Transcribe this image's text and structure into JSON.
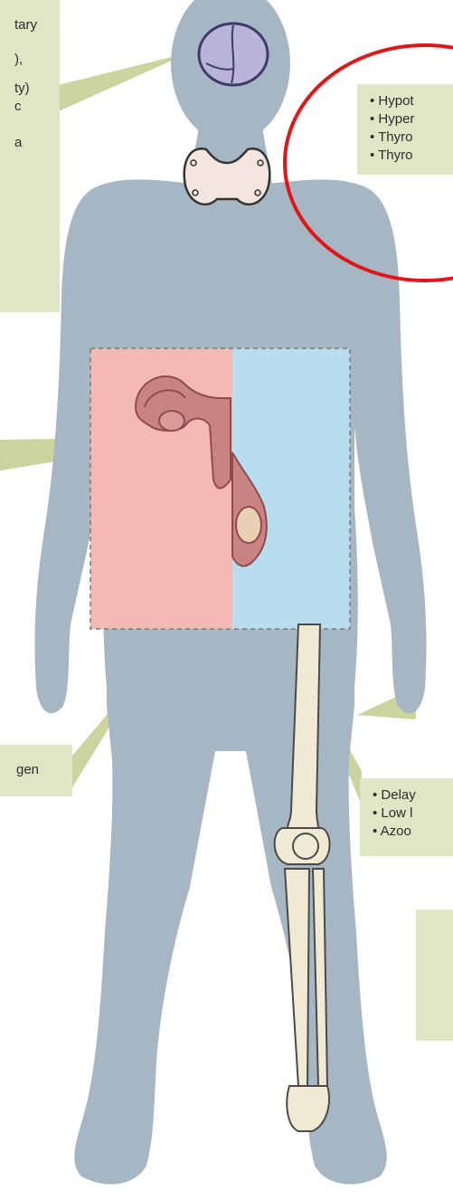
{
  "figure": {
    "boxes": {
      "pituitary": {
        "lines": [
          "tary",
          "",
          "",
          "),",
          "",
          "",
          "ty)",
          "c",
          "",
          "a"
        ]
      },
      "thyroid": {
        "lines": [
          "• Hypot",
          "• Hyper",
          "• Thyro",
          "• Thyro"
        ]
      },
      "torso": {
        "lines": []
      },
      "female": {
        "lines": [
          "gen"
        ]
      },
      "male": {
        "lines": [
          "• Delay",
          "• Low l",
          "• Azoo"
        ]
      },
      "bone": {
        "lines": []
      }
    },
    "colors": {
      "silhouette": "#a6b7c3",
      "callout_box": "#dfe5c5",
      "callout_pointer": "#c9d49e",
      "highlight_circle": "#e0161b",
      "female_region": "#f3b9b4",
      "male_region": "#b9dcef",
      "brain": "#b9b5d9",
      "thyroid": "#f2e6de",
      "bone": "#f0ead4",
      "reproductive_organs": "#c98382"
    },
    "icons": [
      "brain-icon",
      "thyroid-icon",
      "uterus-icon",
      "testis-icon",
      "leg-bone-icon"
    ]
  }
}
